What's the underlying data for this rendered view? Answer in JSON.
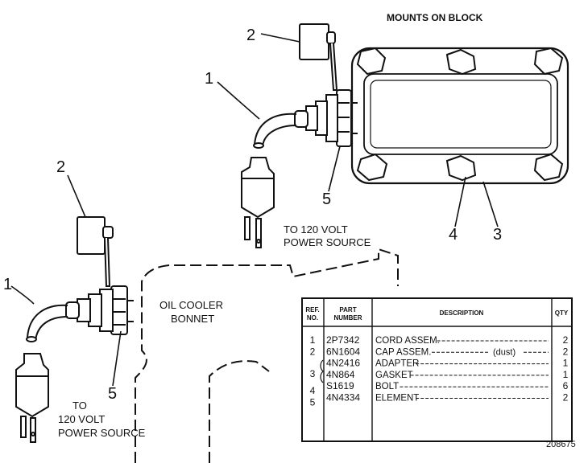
{
  "diagram": {
    "labels": {
      "mounts": "MOUNTS ON BLOCK",
      "oil_cooler_line1": "OIL COOLER",
      "oil_cooler_line2": "BONNET",
      "power_top_line1": "TO 120 VOLT",
      "power_top_line2": "POWER SOURCE",
      "power_bottom_line1": "TO",
      "power_bottom_line2": "120 VOLT",
      "power_bottom_line3": "POWER SOURCE",
      "figure_number": "208675"
    },
    "callouts": {
      "top_cap": "2",
      "top_cord": "1",
      "top_adapter": "5",
      "top_gasket": "4",
      "top_element": "3",
      "left_cap": "2",
      "left_cord": "1",
      "left_adapter": "5"
    }
  },
  "parts_table": {
    "headers": {
      "ref_line1": "REF.",
      "ref_line2": "NO.",
      "part_line1": "PART",
      "part_line2": "NUMBER",
      "description": "DESCRIPTION",
      "qty": "QTY"
    },
    "rows": [
      {
        "ref": "1",
        "part": "2P7342",
        "desc": "CORD ASSEM.",
        "note": "",
        "qty": "2"
      },
      {
        "ref": "2",
        "part": "6N1604",
        "desc": "CAP ASSEM.",
        "note": "(dust)",
        "qty": "2"
      },
      {
        "ref": "",
        "part": "4N2416",
        "desc": "ADAPTER",
        "note": "",
        "qty": "1"
      },
      {
        "ref": "3",
        "part": "4N864",
        "desc": "GASKET",
        "note": "",
        "qty": "1"
      },
      {
        "ref": "4",
        "part": "S1619",
        "desc": "BOLT",
        "note": "",
        "qty": "6"
      },
      {
        "ref": "5",
        "part": "4N4334",
        "desc": "ELEMENT",
        "note": "",
        "qty": "2"
      }
    ]
  }
}
